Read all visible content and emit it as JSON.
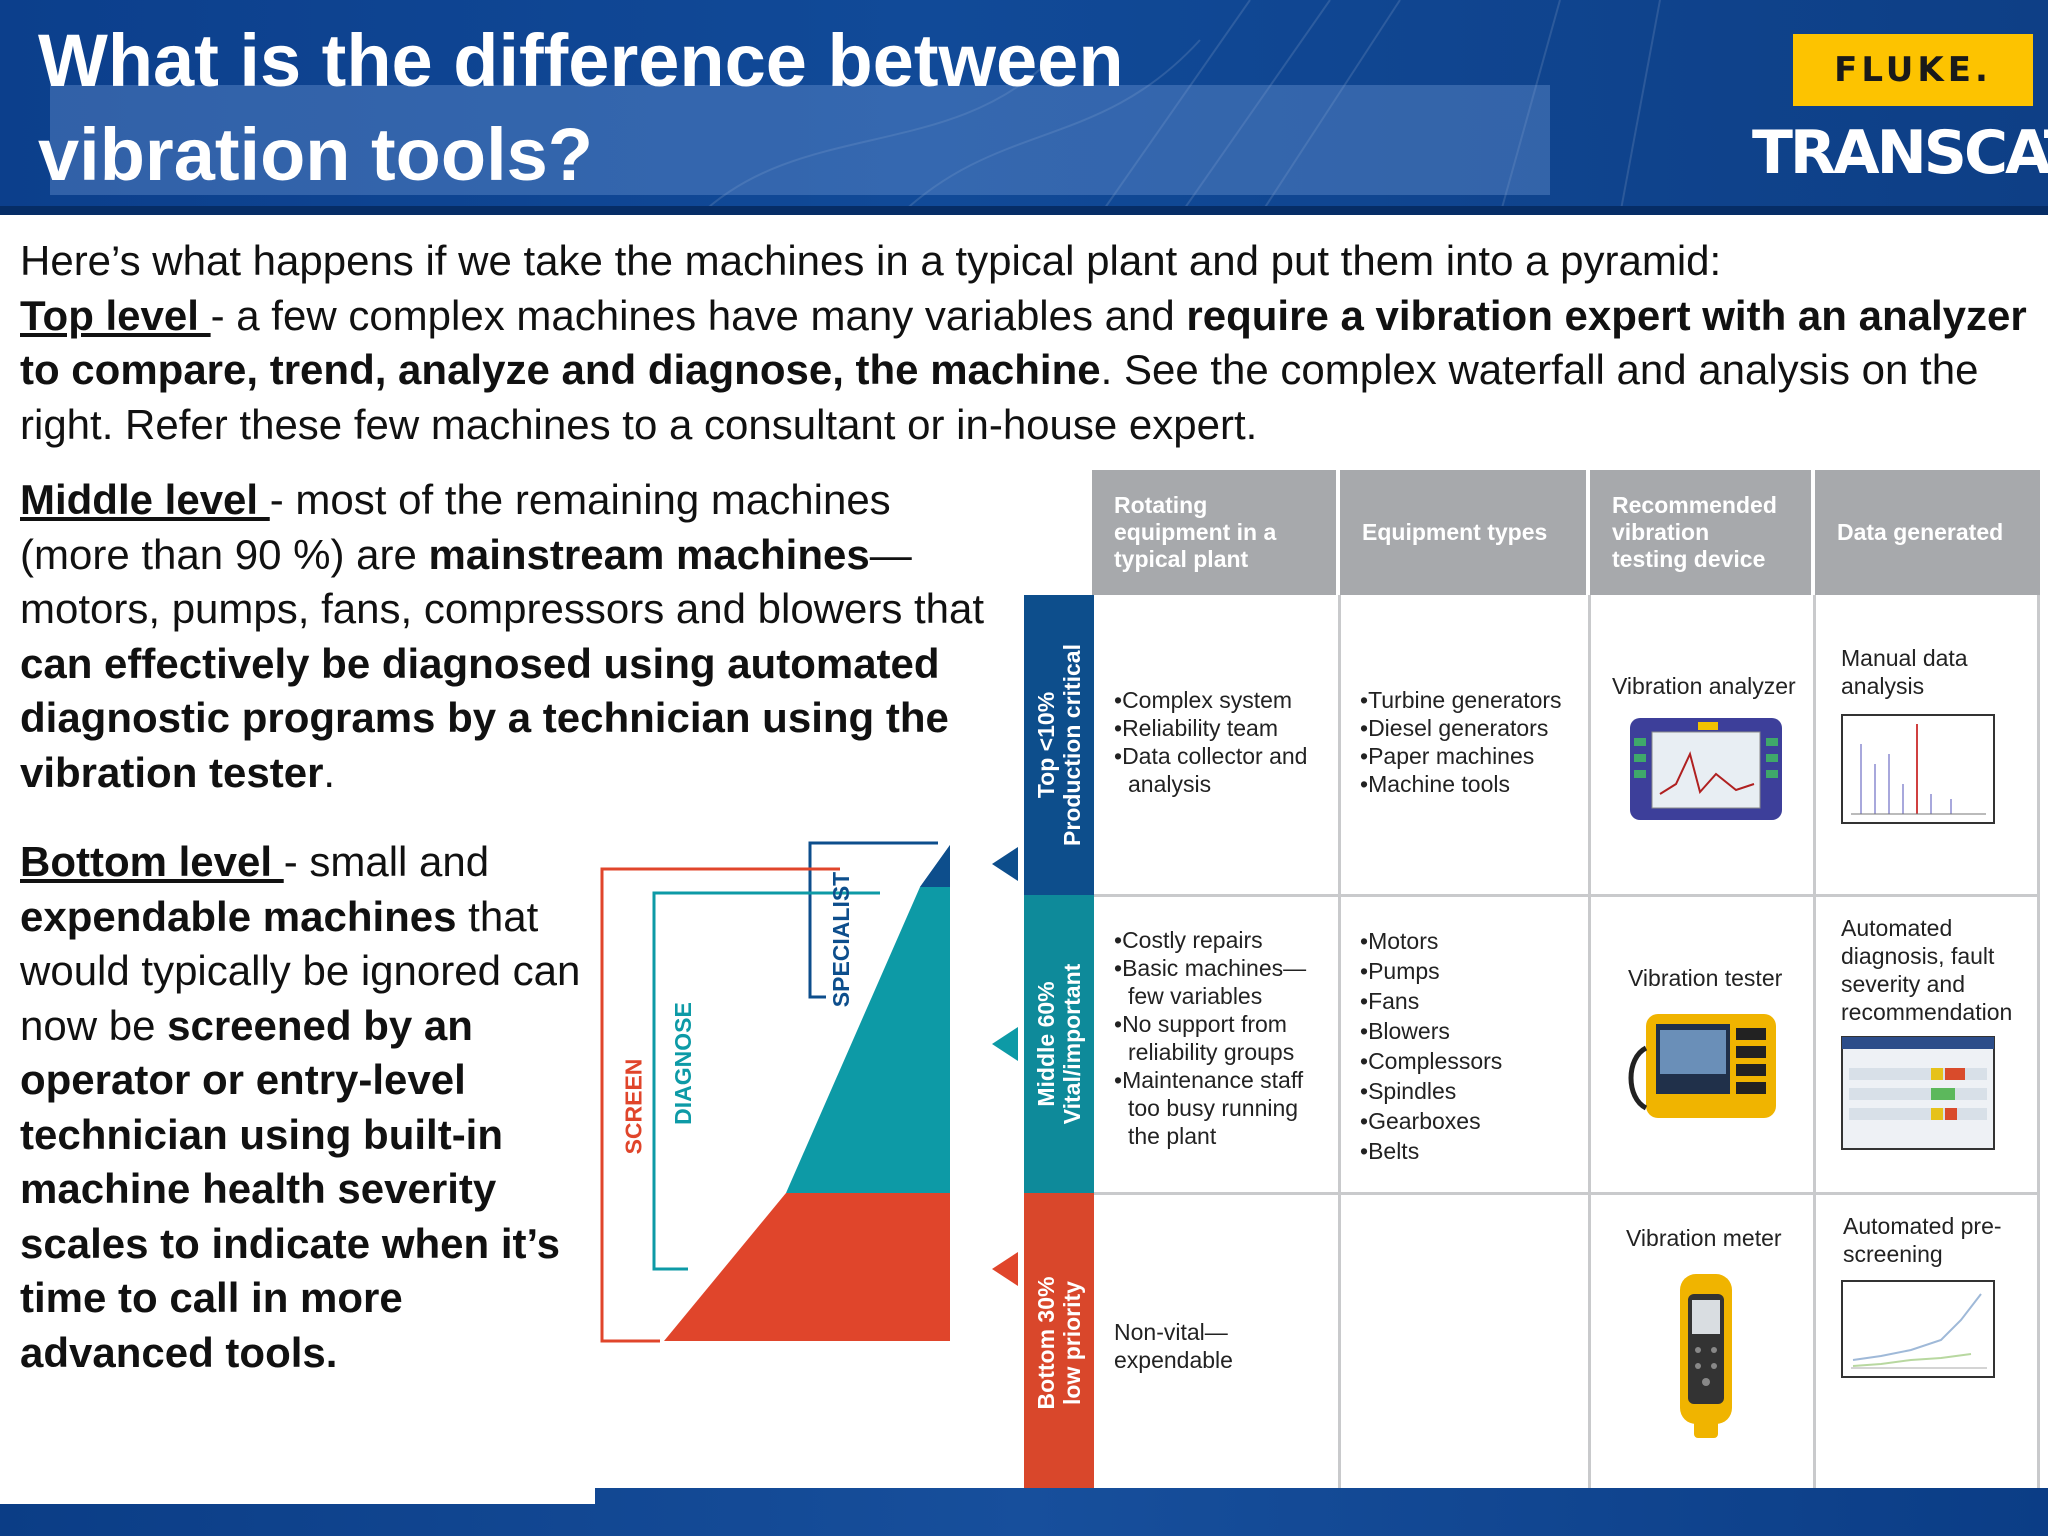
{
  "header": {
    "title_line1": "What is the difference between",
    "title_line2": "vibration tools?",
    "logo_fluke": "FLUKE.",
    "logo_transcat": "TRANSCAT"
  },
  "intro": {
    "line1": "Here’s what happens if we take the machines in a typical plant and put them into a pyramid:",
    "top_label": "Top level ",
    "top_text1": "- a few complex machines have many variables and ",
    "top_bold": "require a vibration expert with an analyzer to compare, trend, analyze and diagnose, the machine",
    "top_text2": ".  See the complex waterfall and analysis on the right. Refer these few machines to a consultant or in-house expert."
  },
  "middle": {
    "label": "Middle level ",
    "text1": "- most of the remaining machines (more than 90 %) are ",
    "bold1": "mainstream machines",
    "text2": "—motors, pumps, fans, compressors and blowers that ",
    "bold2": "can effectively be diagnosed using automated diagnostic programs by a technician using the vibration tester",
    "text3": "."
  },
  "bottom": {
    "label": "Bottom level ",
    "text1": "-  small and ",
    "bold1": "expendable machines",
    "text2": " that would typically be ignored can now be ",
    "bold2": "screened by an operator or entry-level technician using built-in machine health severity scales to indicate when it’s time to call in more advanced tools."
  },
  "pyramid": {
    "specialist": "SPECIALIST",
    "diagnose": "DIAGNOSE",
    "screen": "SCREEN"
  },
  "table": {
    "headers": [
      "Rotating equipment in a typical plant",
      "Equipment types",
      "Recommended vibration testing device",
      "Data generated"
    ],
    "rows": [
      {
        "band": "Top <10%\nProduction critical",
        "band_l1": "Top <10%",
        "band_l2": "Production critical",
        "plant": [
          "Complex system",
          "Reliability team",
          "Data collector and analysis"
        ],
        "types": [
          "Turbine generators",
          "Diesel generators",
          "Paper machines",
          "Machine tools"
        ],
        "device": "Vibration analyzer",
        "data": "Manual data analysis"
      },
      {
        "band_l1": "Middle 60%",
        "band_l2": "Vital/important",
        "plant": [
          "Costly repairs",
          "Basic machines—few variables",
          "No support from reliability groups",
          "Maintenance staff too busy running the plant"
        ],
        "types": [
          "Motors",
          "Pumps",
          "Fans",
          "Blowers",
          "Complessors",
          "Spindles",
          "Gearboxes",
          "Belts"
        ],
        "device": "Vibration tester",
        "data": "Automated diagnosis, fault severity and recommendation"
      },
      {
        "band_l1": "Bottom 30%",
        "band_l2": "low priority",
        "plant_text": "Non-vital—expendable",
        "device": "Vibration meter",
        "data": "Automated pre-screening"
      }
    ]
  },
  "colors": {
    "header_blue": "#0f4592",
    "top_band": "#0d4e8c",
    "middle_band": "#0e8a9a",
    "bottom_band": "#d9472b",
    "teal": "#0d9aa6",
    "red": "#e0452b",
    "table_header": "#a7a9ac",
    "fluke_yellow": "#fdc300"
  }
}
